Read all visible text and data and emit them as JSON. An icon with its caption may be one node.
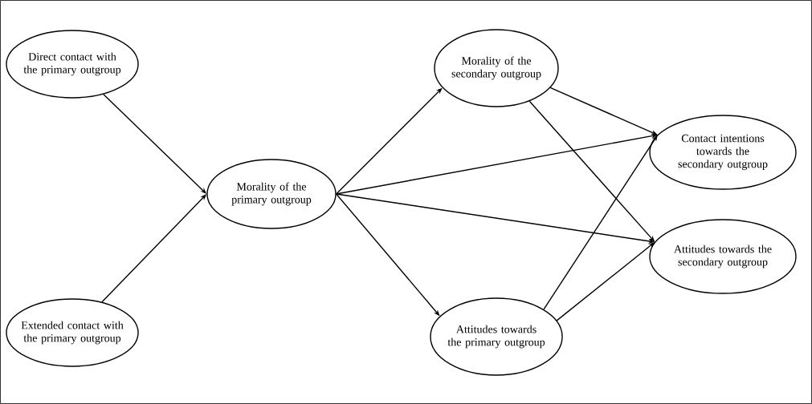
{
  "diagram": {
    "nodes": [
      {
        "text": [
          "Direct contact with the primary outgroup"
        ]
      },
      {
        "text": [
          "Extended contact with the primary outgroup"
        ]
      },
      {
        "text": [
          "Morality of the primary outgroup"
        ]
      },
      {
        "text": [
          "Morality of the secondary outgroup"
        ]
      },
      {
        "text": [
          "Attitudes towards the primary outgroup"
        ]
      },
      {
        "text": [
          "Contact intentions towards the secondary outgroup"
        ]
      },
      {
        "text": [
          "Attitudes towards the secondary outgroup"
        ]
      }
    ],
    "edges": [
      {
        "from": 0,
        "to": 2,
        "arrow": "to"
      },
      {
        "from": 1,
        "to": 2,
        "arrow": "to"
      },
      {
        "from": 2,
        "to": 3,
        "arrow": "to"
      },
      {
        "from": 2,
        "to": 5,
        "arrow": "to"
      },
      {
        "from": 2,
        "to": 6,
        "arrow": "to"
      },
      {
        "from": 2,
        "to": 4,
        "arrow": "to"
      },
      {
        "from": 3,
        "to": 5,
        "arrow": "to"
      },
      {
        "from": 3,
        "to": 6,
        "arrow": "to"
      },
      {
        "from": 4,
        "to": 5,
        "arrow": "to"
      },
      {
        "from": 4,
        "to": 6,
        "arrow": "to"
      }
    ]
  }
}
